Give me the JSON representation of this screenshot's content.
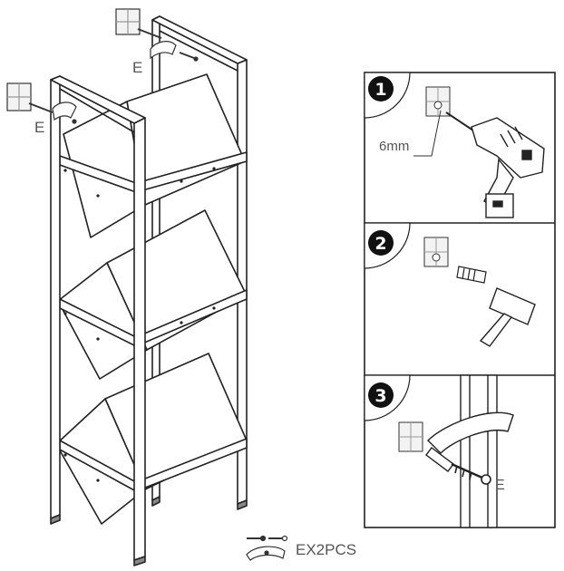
{
  "labels": {
    "anchor_top": "E",
    "anchor_left": "E",
    "drill_size": "6mm",
    "anchor_step3": "E",
    "quantity": "EX2PCS"
  },
  "steps": [
    {
      "number": "1"
    },
    {
      "number": "2"
    },
    {
      "number": "3"
    }
  ]
}
